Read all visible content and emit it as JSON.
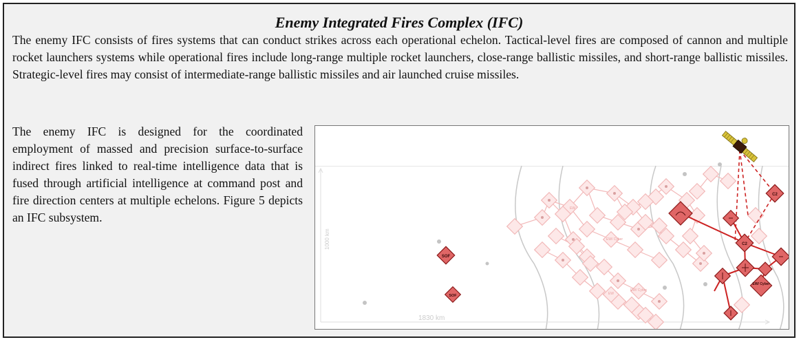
{
  "title": "Enemy Integrated Fires Complex (IFC)",
  "intro_paragraph": "The enemy IFC consists of fires systems that can conduct strikes across each operational echelon. Tactical-level fires are composed of cannon and multiple rocket launchers systems while operational fires include long-range multiple rocket launchers, close-range ballistic missiles, and short-range ballistic missiles. Strategic-level fires may consist of intermediate-range ballistic missiles and air launched cruise missiles.",
  "body_paragraph": "The enemy IFC is designed for the coordinated employment of massed and precision surface-to-surface indirect fires linked to real-time intelligence data that is fused through artificial intelligence at command post and fire direction centers at multiple echelons. Figure 5 depicts an IFC subsystem.",
  "figure": {
    "width_label": "1830 km",
    "height_label": "1000 km",
    "node_labels": {
      "sof_1": "SOF",
      "sof_2": "SOF",
      "c2_top": "C2",
      "c2_center": "C2",
      "ew_cyber": "EW/ Cyber",
      "faded_ew_1": "EW",
      "faded_ew_2": "EW",
      "faded_ew_cyber_1": "EW/ Cyber",
      "faded_ew_cyber_2": "EW/ Cyber"
    },
    "colors": {
      "highlight_fill": "#e06666",
      "highlight_stroke": "#b71c1c",
      "link": "#cc2222",
      "faded": "#f2b8b8"
    }
  }
}
